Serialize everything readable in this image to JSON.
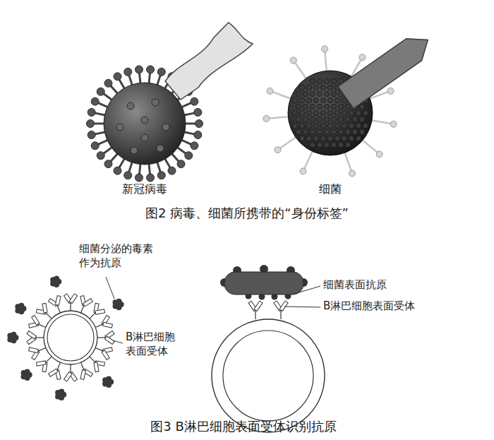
{
  "diagram": {
    "labels": [
      "新冠病毒",
      "细菌",
      "图2 病毒、细菌所携带的“身份标签”",
      "细菌分泌的毒素 作为抗原",
      "B淋巴细胞 表面受体",
      "细菌表面抗原",
      "B淋巴细胞表面受体",
      "图3 B淋巴细胞表面受体识别抗原"
    ]
  }
}
